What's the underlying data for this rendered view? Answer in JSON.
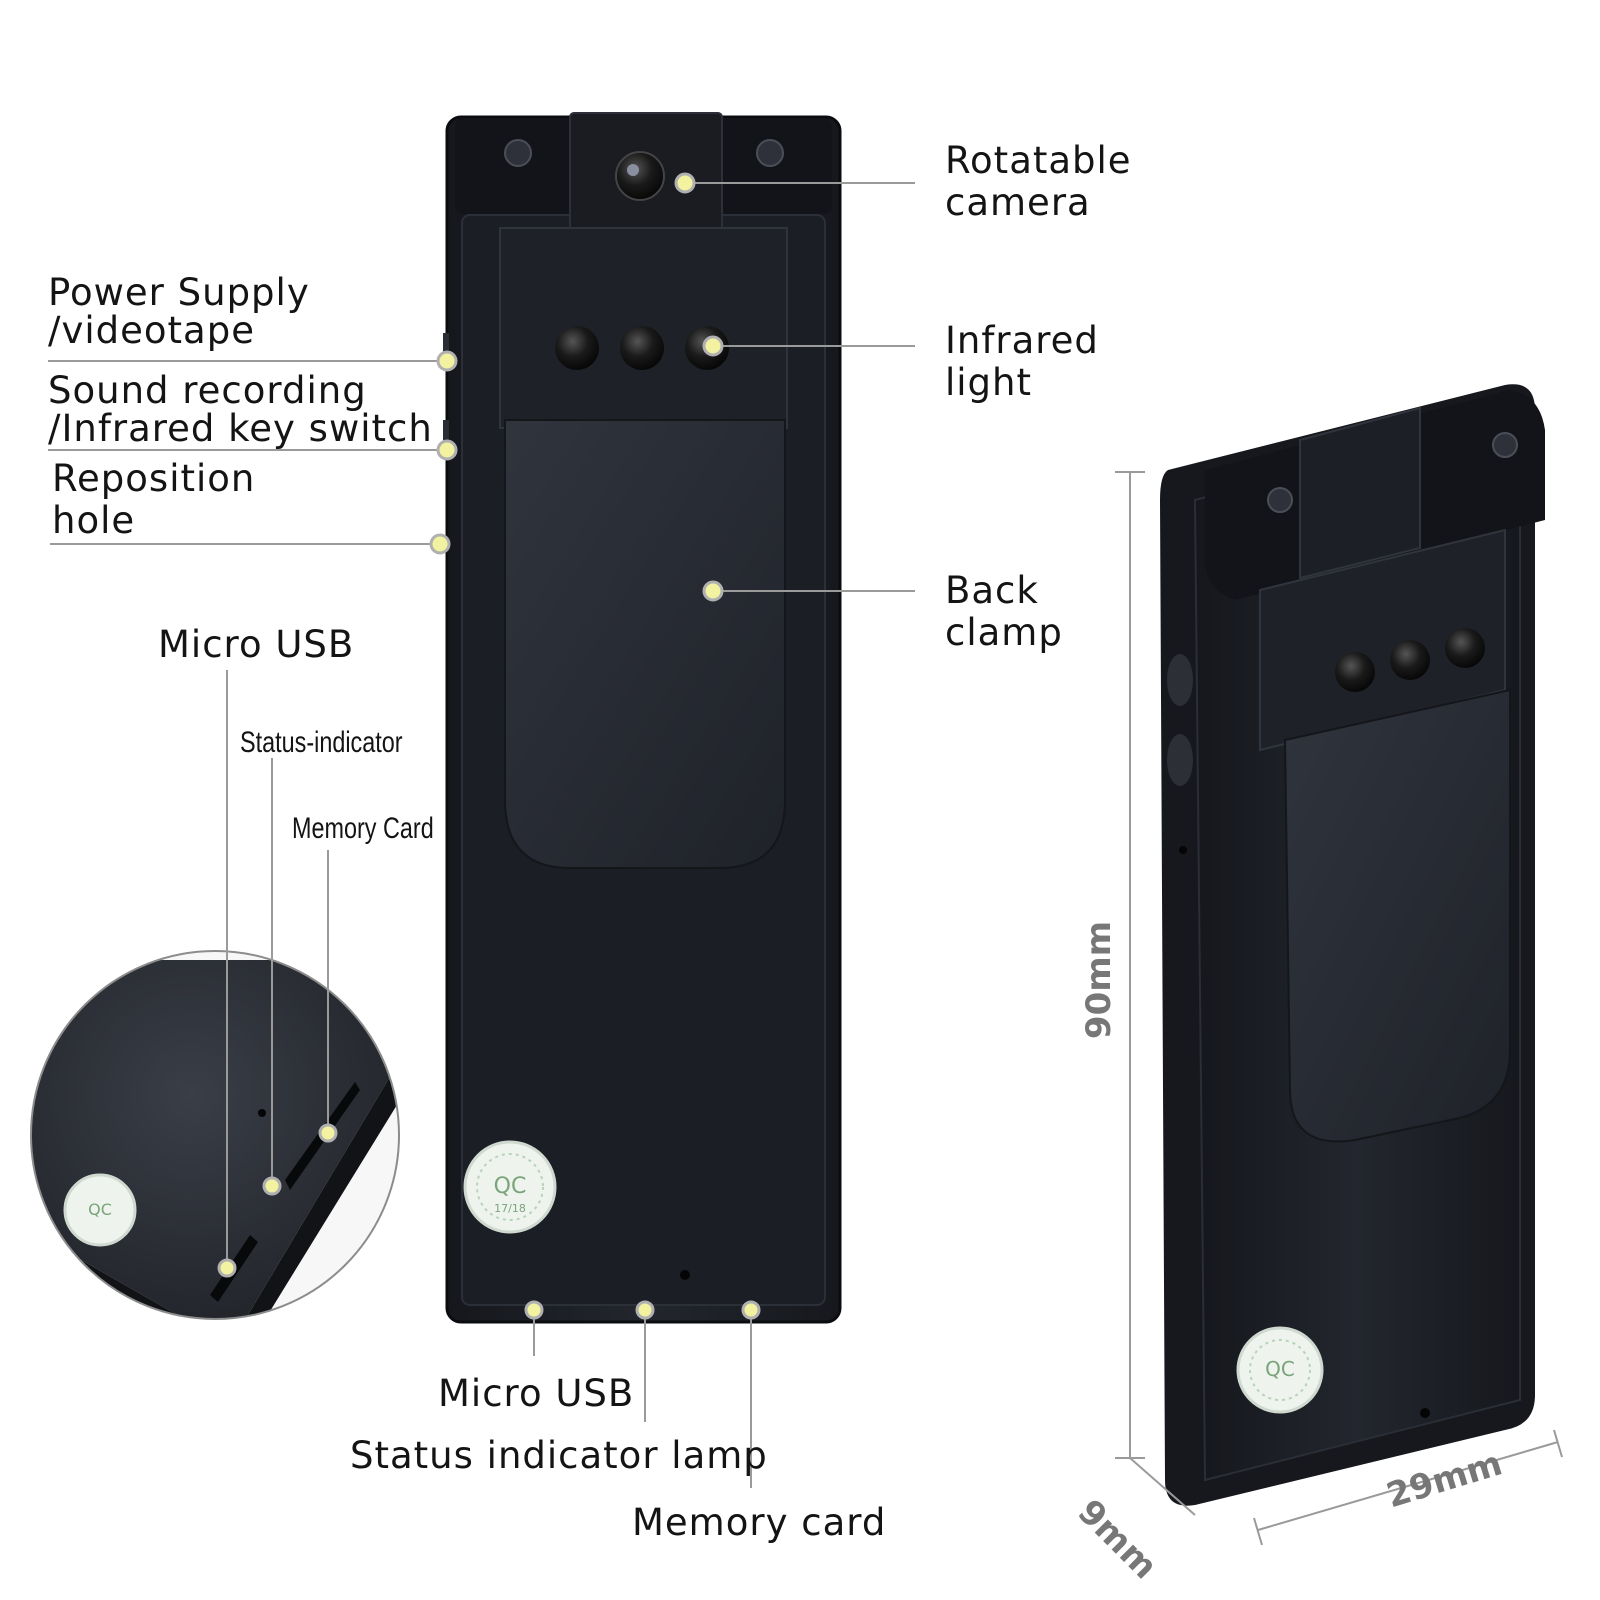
{
  "callouts": {
    "rotatable_camera": [
      "Rotatable",
      "camera"
    ],
    "infrared_light": [
      "Infrared",
      "light"
    ],
    "back_clamp": [
      "Back",
      "clamp"
    ],
    "power_supply": [
      "Power Supply",
      "/videotape"
    ],
    "sound_recording": [
      "Sound recording",
      "/Infrared key switch"
    ],
    "reposition_hole": [
      "Reposition",
      "hole"
    ],
    "micro_usb_top": "Micro USB",
    "status_indicator_small": "Status-indicator",
    "memory_card_small": "Memory Card",
    "micro_usb_bottom": "Micro USB",
    "status_lamp": "Status indicator lamp",
    "memory_card_bottom": "Memory card"
  },
  "dimensions": {
    "height": "90mm",
    "depth": "9mm",
    "width": "29mm"
  },
  "qc_sticker": {
    "text": "QC",
    "code": "17/18"
  },
  "colors": {
    "device_body": "#1d2027",
    "device_edge": "#0d0f13",
    "clip": "#2a2e36",
    "leader_line": "#9a9a9a",
    "marker_fill": "#f2f2a0",
    "marker_ring": "#b0b0b0",
    "dimension_text": "#777777"
  }
}
